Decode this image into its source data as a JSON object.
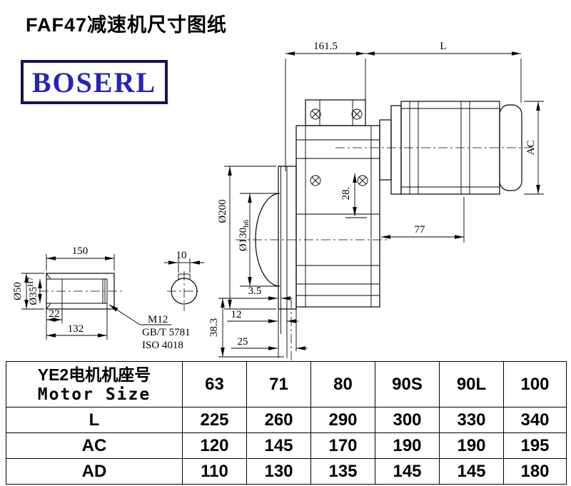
{
  "page": {
    "title": "FAF47减速机尺寸图纸",
    "logo": "BOSERL"
  },
  "dims": {
    "top_width": "161.5",
    "motor_length": "L",
    "motor_height": "AC",
    "flange_dia": "Ø200",
    "spigot_dia_main": "Ø130",
    "spigot_dia_tol": "h6",
    "offset": "28.",
    "dim_77": "77",
    "shaft_len": "150",
    "key_width": "10",
    "shaft_dia": "Ø50",
    "bore_dia_main": "Ø35",
    "bore_dia_tol": "H7",
    "dim_22": "22",
    "dim_132": "132",
    "thread": "M12",
    "std_gb": "GB/T 5781",
    "std_iso": "ISO 4018",
    "dim_3_5": "3.5",
    "dim_12": "12",
    "dim_25": "25",
    "dim_38_3": "38.3"
  },
  "table": {
    "header_cn": "YE2电机机座号",
    "header_en": "Motor Size",
    "motor_sizes": [
      "63",
      "71",
      "80",
      "90S",
      "90L",
      "100"
    ],
    "rows": [
      {
        "label": "L",
        "values": [
          "225",
          "260",
          "290",
          "300",
          "330",
          "340"
        ]
      },
      {
        "label": "AC",
        "values": [
          "120",
          "145",
          "170",
          "190",
          "190",
          "195"
        ]
      },
      {
        "label": "AD",
        "values": [
          "110",
          "130",
          "135",
          "145",
          "145",
          "180"
        ]
      }
    ]
  }
}
